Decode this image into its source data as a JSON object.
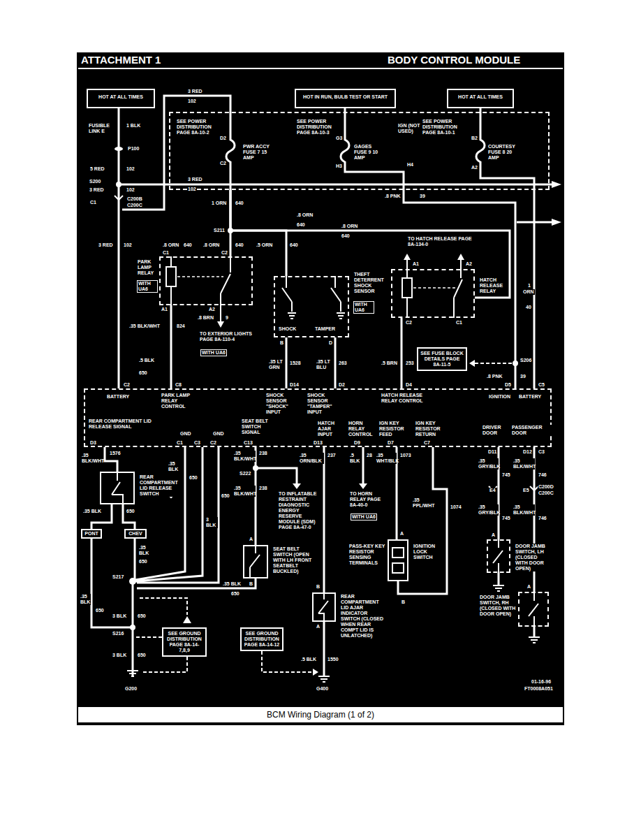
{
  "diagram": {
    "title": "BODY CONTROL MODULE",
    "caption": "BCM Wiring Diagram (1 of 2)",
    "nodes": [
      {
        "text": [
          "HOT AT ALL TIMES"
        ]
      },
      {
        "text": [
          "HOT IN RUN, BULB TEST OR START"
        ]
      },
      {
        "text": [
          "HOT AT ALL TIMES"
        ]
      },
      {
        "text": [
          "SEE POWER DISTRIBUTION PAGE 8A-10-2",
          "PWR ACCY FUSE 7 15 AMP",
          "SEE POWER DISTRIBUTION PAGE 8A-10-3",
          "GAGES FUSE 9 10 AMP",
          "IGN (NOT USED)",
          "SEE POWER DISTRIBUTION PAGE 8A-10-1",
          "COURTESY FUSE 8 20 AMP"
        ]
      },
      {
        "text": [
          "PARK LAMP RELAY",
          "WITH UA6"
        ]
      },
      {
        "text": [
          "THEFT DETERRENT SHOCK SENSOR",
          "WITH UA6",
          "SHOCK",
          "TAMPER"
        ]
      },
      {
        "text": [
          "HATCH RELEASE RELAY"
        ]
      },
      {
        "text": [
          "SEE FUSE BLOCK DETAILS PAGE 8A-11-5"
        ]
      },
      {
        "text": [
          "BATTERY",
          "PARK LAMP RELAY CONTROL",
          "SHOCK SENSOR \"SHOCK\" INPUT",
          "SHOCK SENSOR \"TAMPER\" INPUT",
          "HATCH RELEASE RELAY CONTROL",
          "IGNITION",
          "BATTERY",
          "REAR COMPARTMENT LID RELEASE SIGNAL",
          "GND",
          "GND",
          "SEAT BELT SWITCH SIGNAL",
          "HATCH AJAR INPUT",
          "HORN RELAY CONTROL",
          "IGN KEY RESISTOR FEED",
          "IGN KEY RESISTOR RETURN",
          "DRIVER DOOR",
          "PASSENGER DOOR"
        ]
      },
      {
        "text": [
          "REAR COMPARTMENT LID RELEASE SWITCH"
        ]
      },
      {
        "text": [
          "PONT"
        ]
      },
      {
        "text": [
          "CHEV"
        ]
      },
      {
        "text": [
          "SEAT BELT SWITCH (OPEN WITH LH FRONT SEATBELT BUCKLED)"
        ]
      },
      {
        "text": [
          "REAR COMPARTMENT LID AJAR INDICATOR SWITCH (CLOSED WHEN REAR COMPT LID IS UNLATCHED)"
        ]
      },
      {
        "text": [
          "PASS-KEY KEY RESISTOR SENSING TERMINALS",
          "IGNITION LOCK SWITCH"
        ]
      },
      {
        "text": [
          "DOOR JAMB SWITCH, LH (CLOSED WITH DOOR OPEN)"
        ]
      },
      {
        "text": [
          "DOOR JAMB SWITCH, RH (CLOSED WITH DOOR OPEN)"
        ]
      },
      {
        "text": [
          "SEE GROUND DISTRIBUTION PAGE 8A-14-7,8,9"
        ]
      },
      {
        "text": [
          "SEE GROUND DISTRIBUTION PAGE 8A-14-12"
        ]
      }
    ],
    "edges": [
      {
        "from": 0,
        "to": 8,
        "arrow": "none"
      },
      {
        "from": 1,
        "to": 3,
        "arrow": "none"
      },
      {
        "from": 2,
        "to": 3,
        "arrow": "none"
      },
      {
        "from": 3,
        "to": 4,
        "arrow": "none"
      },
      {
        "from": 3,
        "to": 5,
        "arrow": "none"
      },
      {
        "from": 3,
        "to": 6,
        "arrow": "none"
      },
      {
        "from": 3,
        "to": 8,
        "arrow": "none"
      },
      {
        "from": 3,
        "to": 8,
        "arrow": "none"
      },
      {
        "from": 4,
        "to": 8,
        "arrow": "none"
      },
      {
        "from": 5,
        "to": 8,
        "arrow": "none"
      },
      {
        "from": 5,
        "to": 8,
        "arrow": "none"
      },
      {
        "from": 6,
        "to": 8,
        "arrow": "none"
      },
      {
        "from": 8,
        "to": 9,
        "arrow": "none"
      },
      {
        "from": 9,
        "to": 10,
        "arrow": "none"
      },
      {
        "from": 9,
        "to": 11,
        "arrow": "none"
      },
      {
        "from": 8,
        "to": 12,
        "arrow": "none"
      },
      {
        "from": 8,
        "to": 13,
        "arrow": "none"
      },
      {
        "from": 8,
        "to": 14,
        "arrow": "none"
      },
      {
        "from": 8,
        "to": 14,
        "arrow": "none"
      },
      {
        "from": 8,
        "to": 15,
        "arrow": "none"
      },
      {
        "from": 8,
        "to": 16,
        "arrow": "none"
      }
    ],
    "labels": [
      "ATTACHMENT 1",
      "FUSIBLE LINK E",
      "1 BLK",
      "P100",
      "5 RED",
      "102",
      "S200",
      "3 RED",
      "102",
      "C1",
      "C200B",
      "C200C",
      "3 RED",
      "102",
      "3 RED",
      "102",
      "3 RED",
      "102",
      "D2",
      "C2",
      "G3",
      "H3",
      "H4",
      "B2",
      "A2",
      "1 ORN",
      "640",
      ".8 PNK",
      "39",
      "S211",
      ".8 ORN",
      "640",
      ".8 ORN",
      "640",
      ".8 ORN",
      "640",
      ".8 ORN",
      "640",
      ".5 ORN",
      "640",
      "C1",
      "C2",
      "TO HATCH RELEASE PAGE 8A-134-0",
      "A1",
      "A2",
      "1",
      "ORN",
      "40",
      "A1",
      "A2",
      ".8 BRN",
      "9",
      "TO EXTERIOR LIGHTS PAGE 8A-110-4",
      "WITH UA6",
      ".35 BLK/WHT",
      "824",
      ".5 BLK",
      "650",
      "B",
      "D",
      ".35 LT GRN",
      "1528",
      ".35 LT BLU",
      "263",
      "C2",
      "C1",
      ".5 BRN",
      "253",
      "S206",
      ".8 PNK",
      "39",
      "C2",
      "C8",
      "D14",
      "D2",
      "D4",
      "D5",
      "C5",
      "D3",
      "C1",
      "C3",
      "C2",
      "C13",
      "D13",
      "D9",
      "D7",
      "C7",
      "D11",
      "D12",
      "C3",
      ".35 BLK/WHT",
      "1576",
      ".35 BLK",
      "650",
      "3 BLK",
      "650",
      ".35 BLK/WHT",
      "238",
      "S222",
      ".35 BLK/WHT",
      "238",
      "A",
      "B",
      ".35 ORN/BLK",
      "237",
      ".5 BLK",
      "28",
      "TO INFLATABLE RESTRAINT DIAGNOSTIC ENERGY RESERVE MODULE (SDM) PAGE 8A-47-0",
      "TO HORN RELAY PAGE 8A-40-0",
      "WITH UA6",
      ".35 WHT/BLK",
      "1073",
      ".35 PPL/WHT",
      "1074",
      "A",
      "B",
      ".35 GRY/BLK",
      "745",
      ".35 BLK/WHT",
      "746",
      "E4",
      "E5",
      "C200D",
      "C200C",
      ".35 GRY/BLK",
      "745",
      ".35 BLK/WHT",
      "746",
      "A",
      "A",
      ".35 BLK",
      "650",
      ".35 BLK",
      "650",
      "S217",
      ".35 BLK",
      "650",
      ".35 BLK",
      "650",
      "3 BLK",
      "650",
      "S216",
      "3 BLK",
      "650",
      "G200",
      "B",
      "A",
      ".5 BLK",
      "1550",
      "G400",
      "01-16-96",
      "FT0008A051"
    ]
  }
}
